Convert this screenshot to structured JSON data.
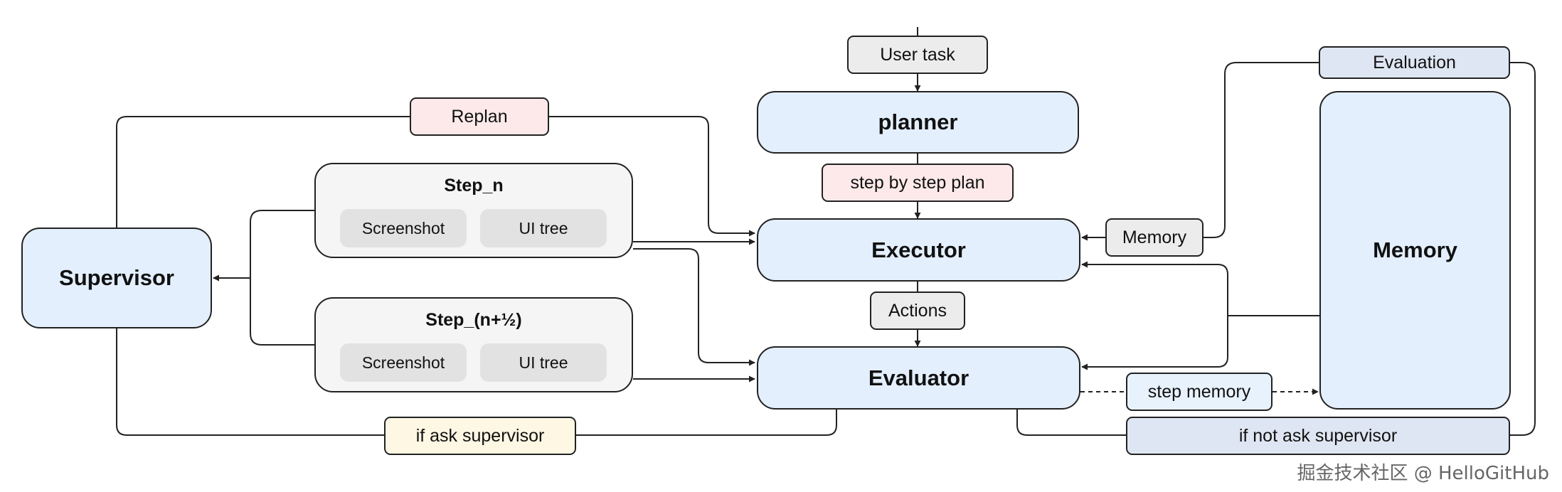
{
  "nodes": {
    "user_task": "User task",
    "planner": "planner",
    "step_by_step_plan": "step by step plan",
    "executor": "Executor",
    "actions": "Actions",
    "evaluator": "Evaluator",
    "supervisor": "Supervisor",
    "replan": "Replan",
    "if_ask_supervisor": "if ask supervisor",
    "memory_tag": "Memory",
    "memory_store": "Memory",
    "evaluation": "Evaluation",
    "step_memory": "step memory",
    "if_not_ask_supervisor": "if not ask supervisor"
  },
  "steps": [
    {
      "title": "Step_n",
      "items": [
        "Screenshot",
        "UI tree"
      ]
    },
    {
      "title": "Step_(n+½)",
      "items": [
        "Screenshot",
        "UI tree"
      ]
    }
  ],
  "watermark": "掘金技术社区 @ HelloGitHub",
  "colors": {
    "core_node_fill": "#e3effd",
    "tag_gray": "#ececec",
    "tag_pink": "#fde9ea",
    "tag_cream": "#fdf7e3",
    "tag_slate": "#dfe6f3",
    "stroke": "#222222"
  }
}
